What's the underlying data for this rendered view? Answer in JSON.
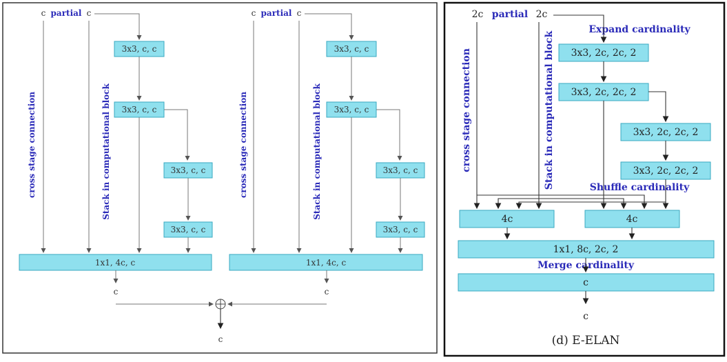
{
  "left_panel": {
    "inputs": {
      "c_left": "c",
      "partial": "partial",
      "c_right": "c"
    },
    "vertical_labels": {
      "csp": "cross stage connection",
      "stack": "Stack in computational block"
    },
    "blocks": {
      "b1": "3x3, c, c",
      "b2": "3x3, c, c",
      "b3": "3x3, c, c",
      "b4": "3x3, c, c",
      "transition": "1x1, 4c, c"
    },
    "outputs": {
      "branch": "c",
      "sum": "⊕",
      "final": "c"
    }
  },
  "right_panel": {
    "inputs": {
      "c_left": "2c",
      "partial": "partial",
      "c_right": "2c"
    },
    "vertical_labels": {
      "csp": "cross stage connection",
      "stack": "Stack in computational block"
    },
    "annotations": {
      "expand": "Expand cardinality",
      "shuffle": "Shuffle cardinality",
      "merge": "Merge cardinality"
    },
    "blocks": {
      "b1": "3x3, 2c, 2c, 2",
      "b2": "3x3, 2c, 2c, 2",
      "b3": "3x3, 2c, 2c, 2",
      "b4": "3x3, 2c, 2c, 2",
      "group_left": "4c",
      "group_right": "4c",
      "transition": "1x1, 8c, 2c, 2",
      "merge": "c"
    },
    "output": "c",
    "caption": "(d) E-ELAN"
  }
}
